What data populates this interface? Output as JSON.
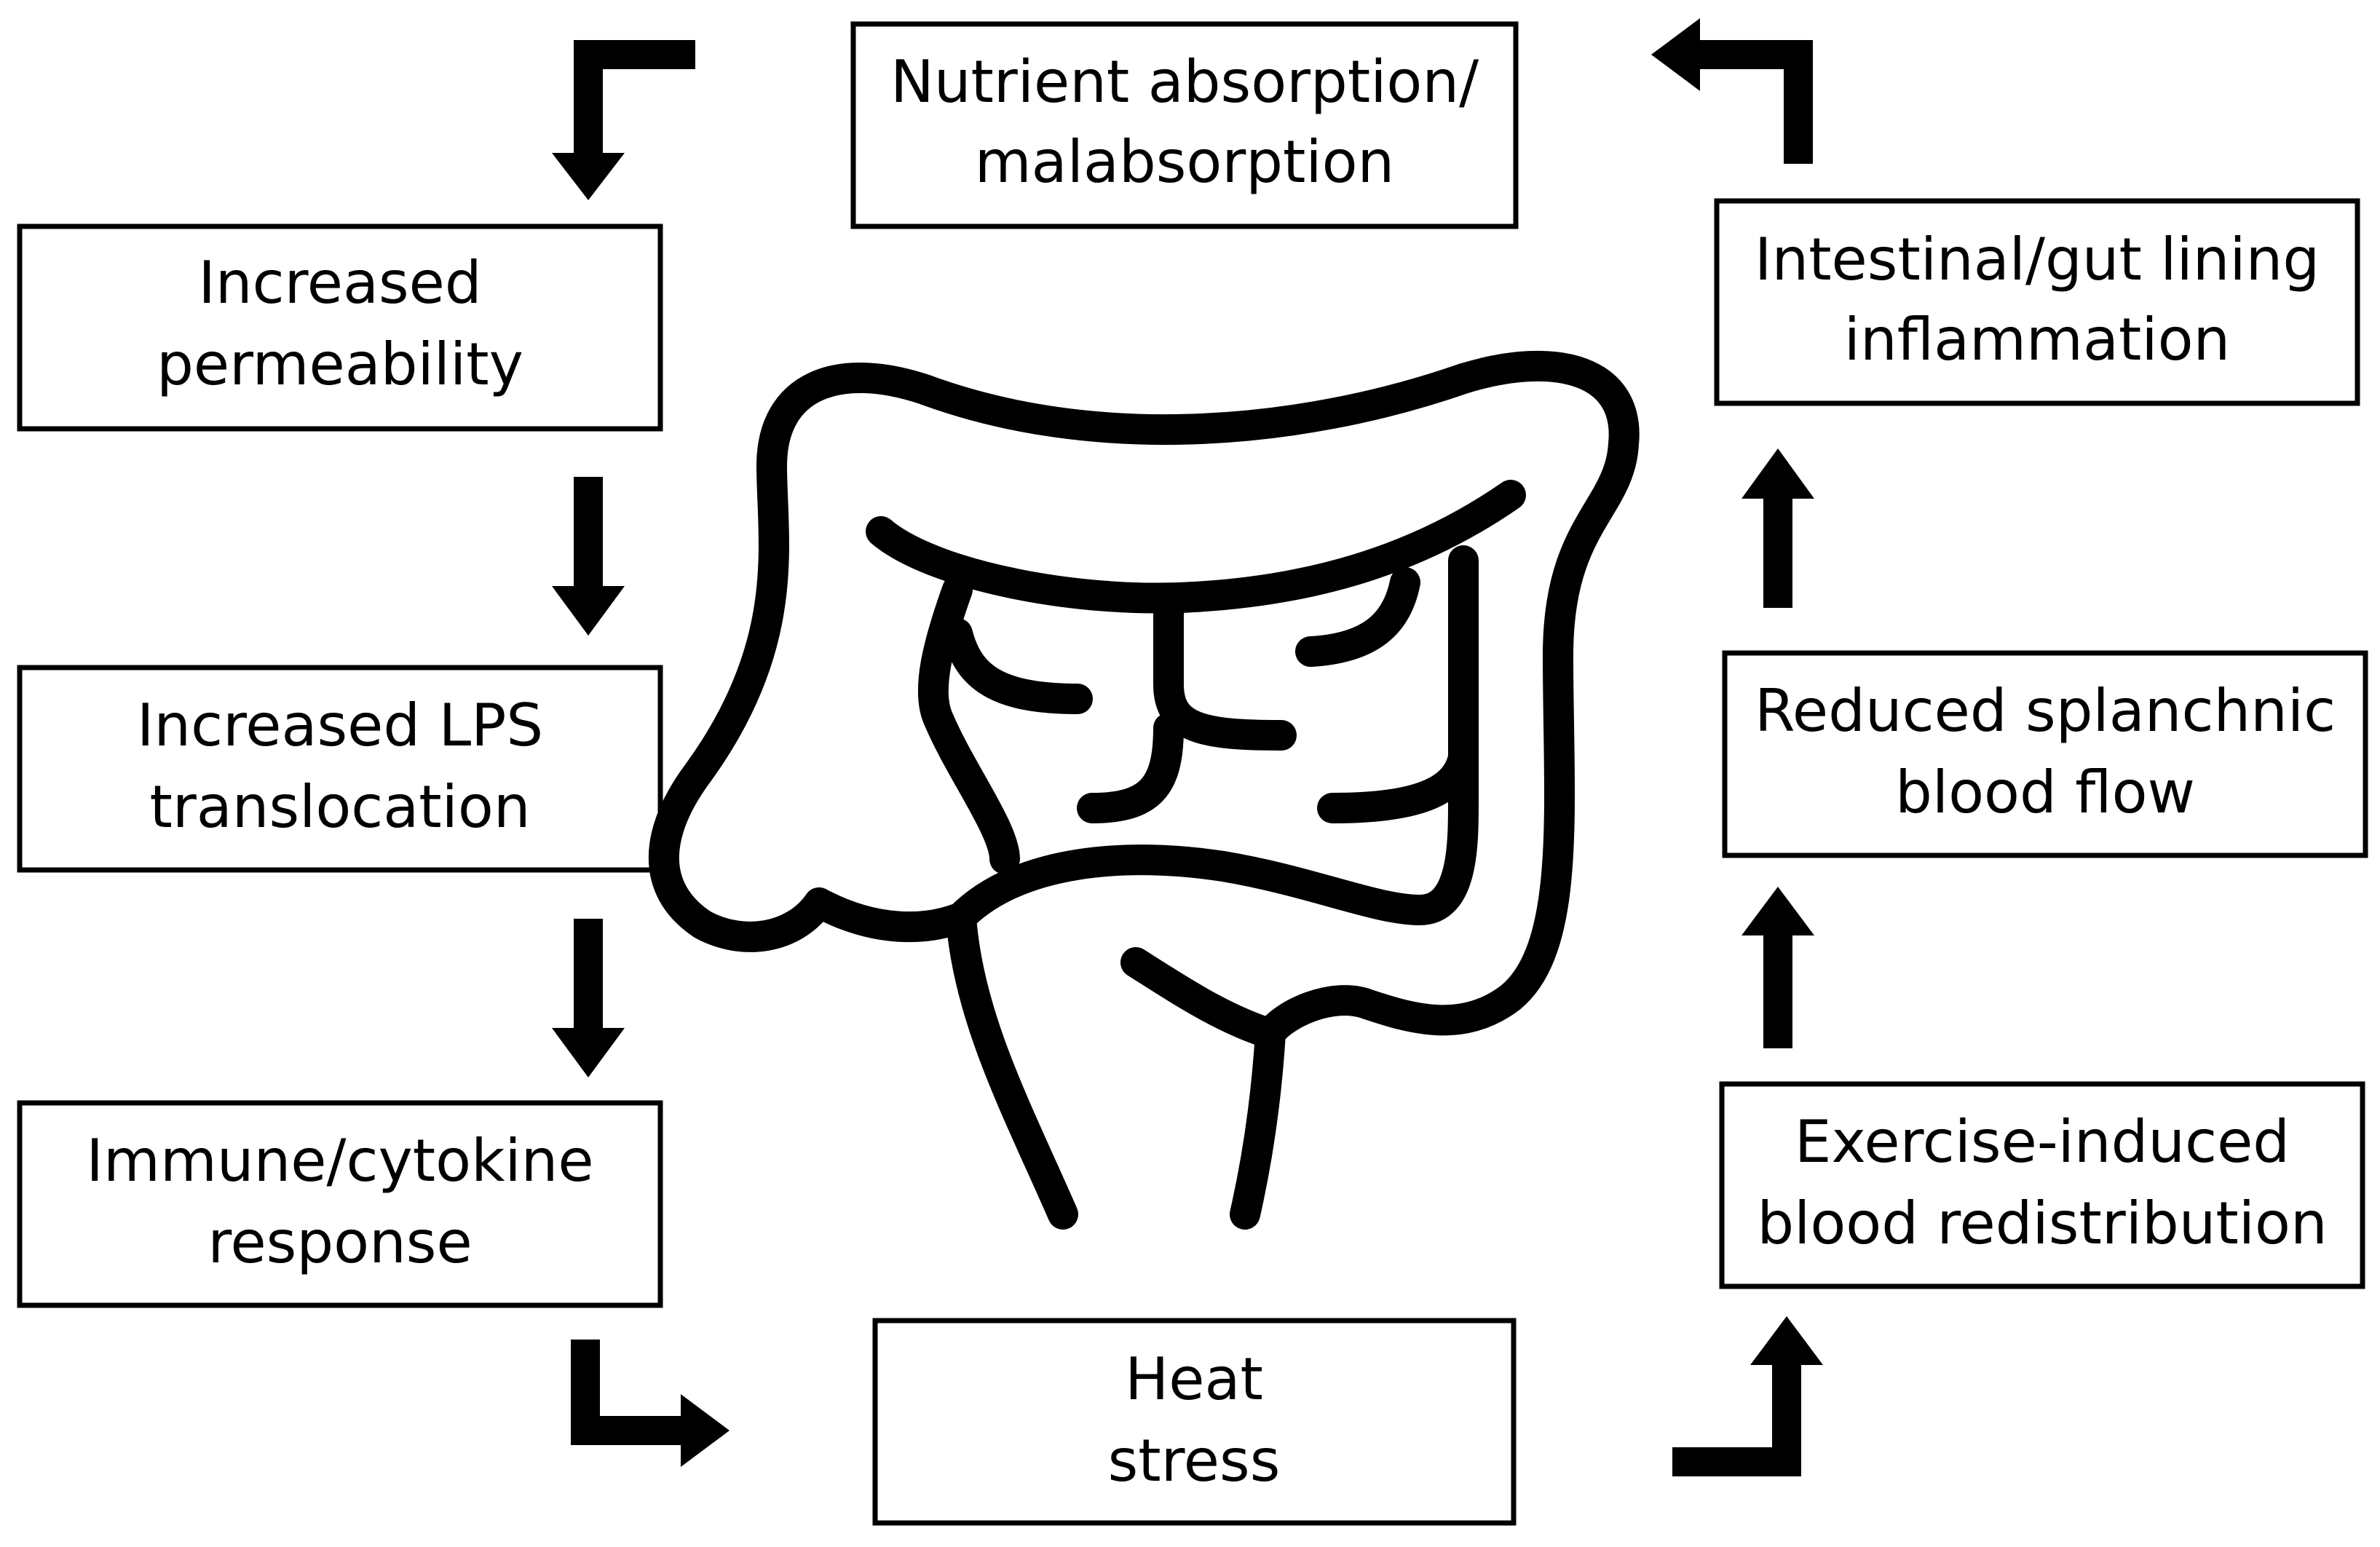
{
  "nodes": {
    "nutrient": {
      "line1": "Nutrient absorption/",
      "line2": "malabsorption"
    },
    "permeability": {
      "line1": "Increased",
      "line2": "permeability"
    },
    "lps": {
      "line1": "Increased LPS",
      "line2": "translocation"
    },
    "immune": {
      "line1": "Immune/cytokine",
      "line2": "response"
    },
    "heat": {
      "line1": "Heat",
      "line2": "stress"
    },
    "exercise": {
      "line1": "Exercise-induced",
      "line2": "blood redistribution"
    },
    "splanchnic": {
      "line1": "Reduced splanchnic",
      "line2": "blood flow"
    },
    "inflammation": {
      "line1": "Intestinal/gut lining",
      "line2": "inflammation"
    }
  },
  "center_icon": "intestine-icon",
  "colors": {
    "stroke": "#000000",
    "background": "#ffffff"
  }
}
